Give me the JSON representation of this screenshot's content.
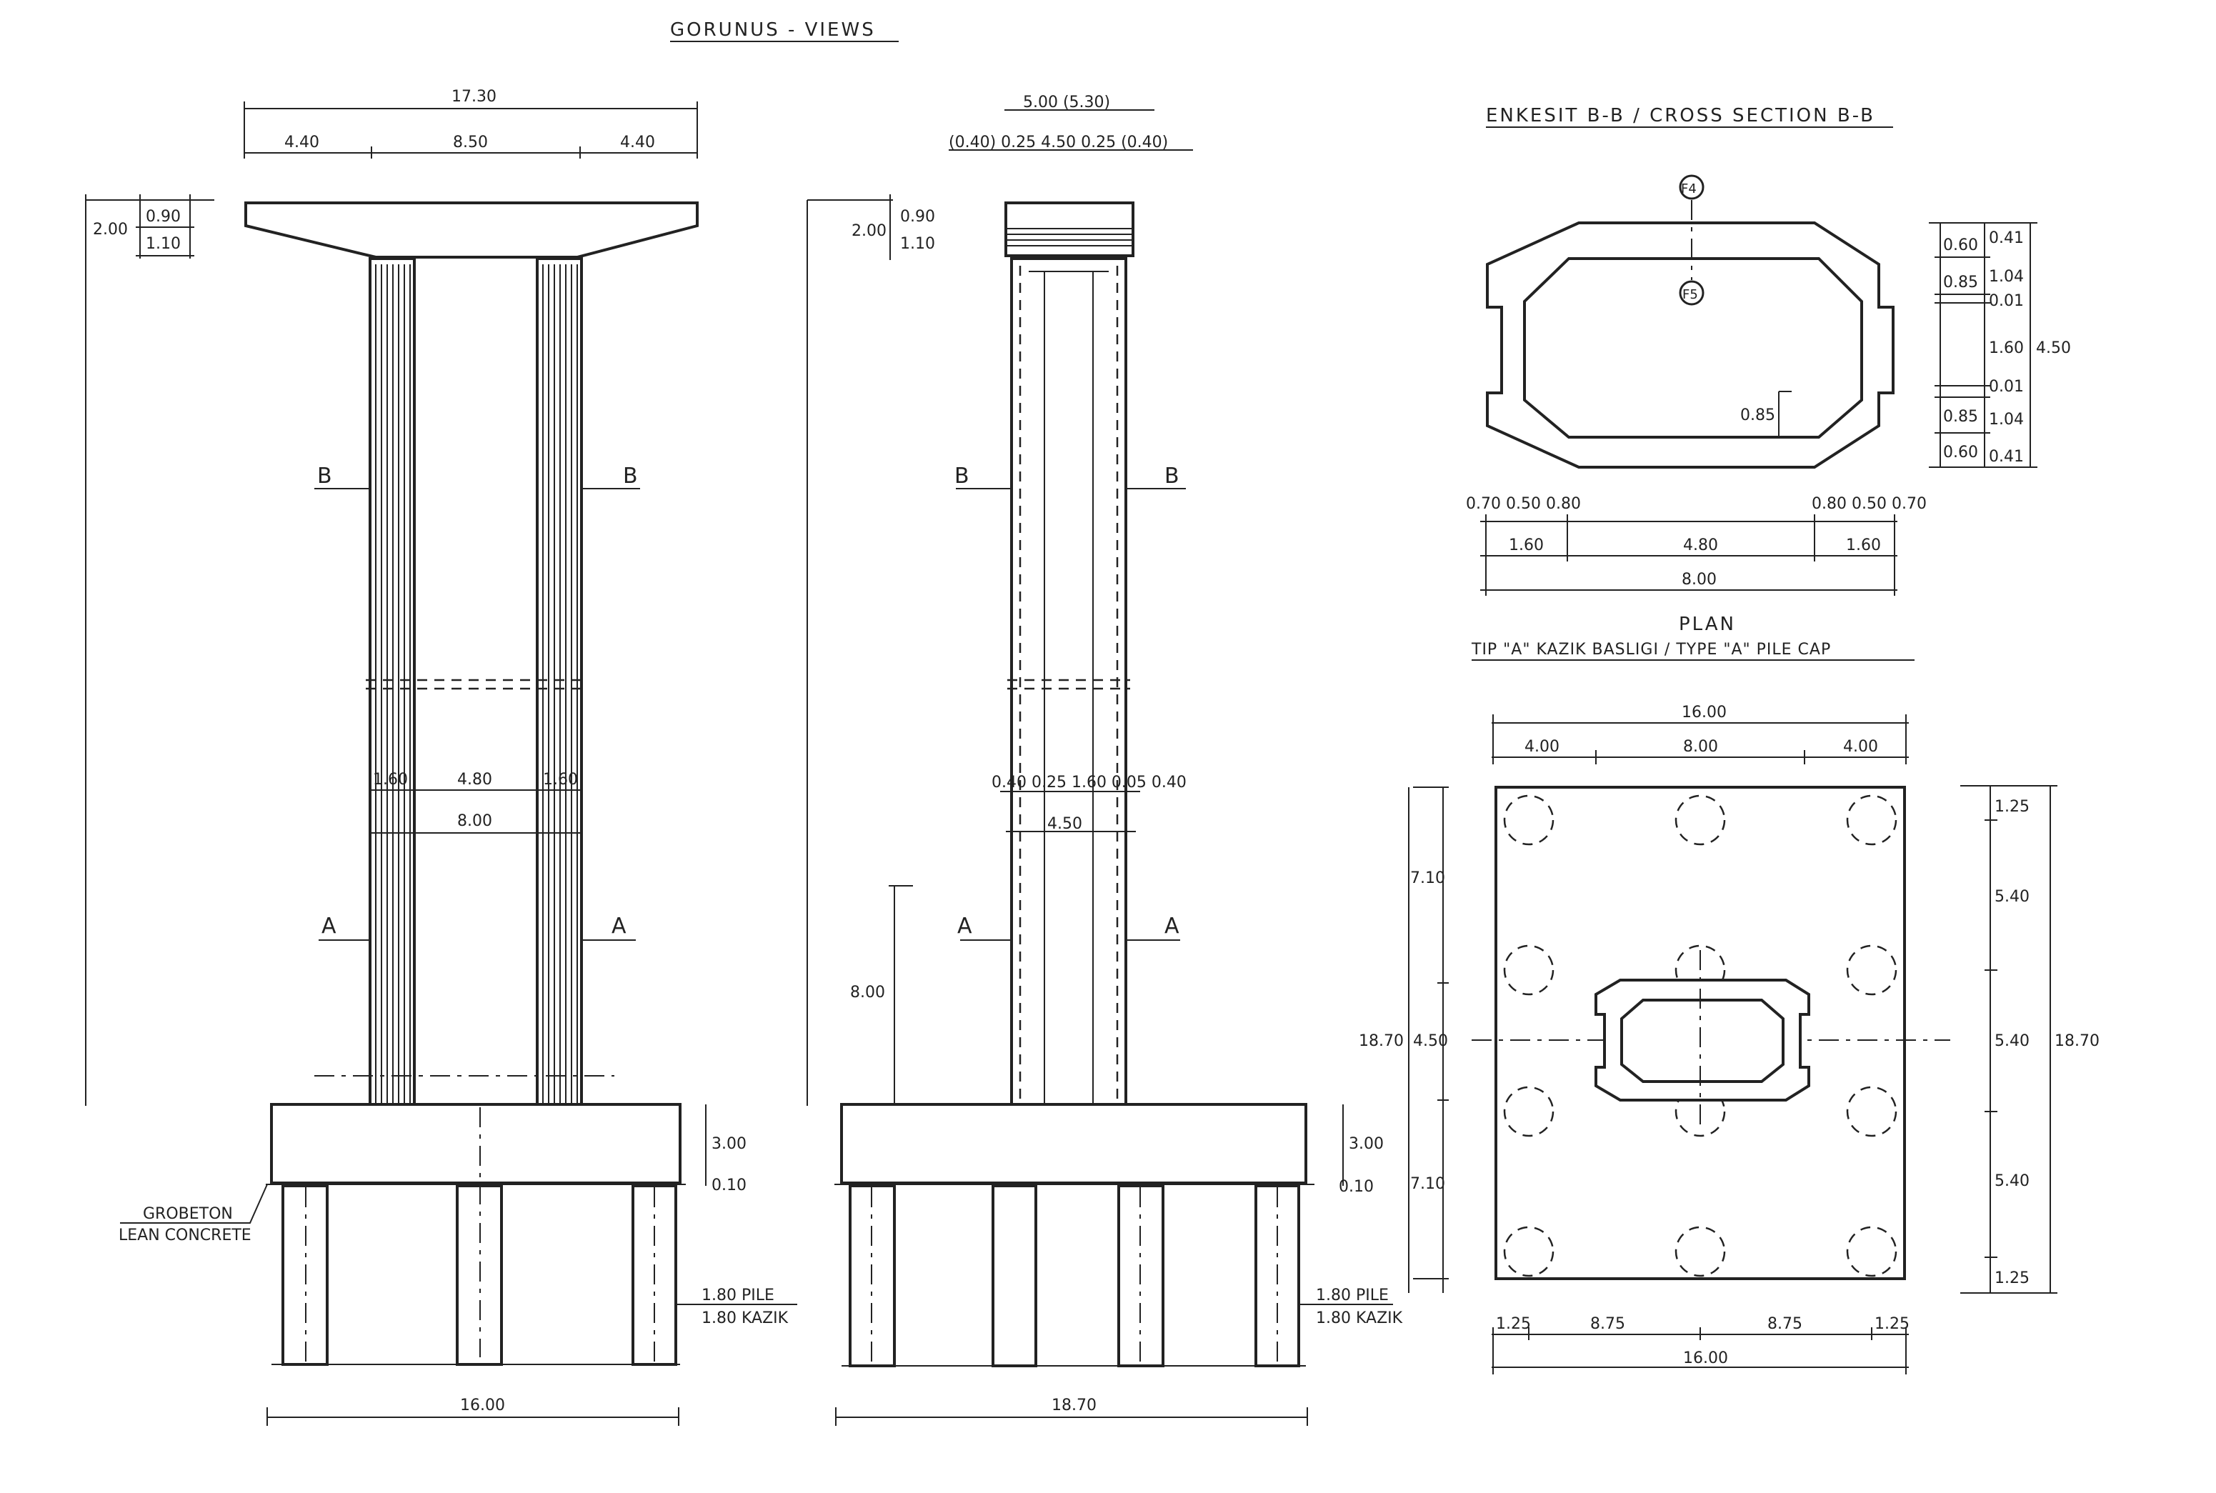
{
  "titles": {
    "views": "GORUNUS - VIEWS",
    "section_bb": "ENKESIT B-B / CROSS SECTION B-B",
    "plan": "PLAN",
    "pile_cap": "TIP \"A\" KAZIK BASLIGI / TYPE \"A\" PILE CAP"
  },
  "front_view": {
    "overall_top": "17.30",
    "top_left": "4.40",
    "top_mid": "8.50",
    "top_right": "4.40",
    "cap_top": "0.90",
    "cap_bottom": "1.10",
    "cap_total": "2.00",
    "col_w1": "1.60",
    "col_mid": "4.80",
    "col_w2": "1.60",
    "col_total": "8.00",
    "section_b_left": "B",
    "section_b_right": "B",
    "section_a_left": "A",
    "section_a_right": "A",
    "footing_h": "3.00",
    "lean_t": "0.10",
    "lean_tr": "GROBETON",
    "lean_en": "LEAN CONCRETE",
    "pile_en": "1.80 PILE",
    "pile_tr": "1.80 KAZIK",
    "footing_w": "16.00"
  },
  "side_view": {
    "top_total": "5.00 (5.30)",
    "top_dims": "(0.40) 0.25    4.50    0.25 (0.40)",
    "cap_top": "0.90",
    "cap_bottom": "1.10",
    "cap_total": "2.00",
    "mid_dims": "0.40 0.25  1.60  0.05 0.40",
    "mid_total": "4.50",
    "height_label": "8.00",
    "section_b_left": "B",
    "section_b_right": "B",
    "section_a_left": "A",
    "section_a_right": "A",
    "footing_h": "3.00",
    "lean_t": "0.10",
    "pile_en": "1.80 PILE",
    "pile_tr": "1.80 KAZIK",
    "footing_w": "18.70"
  },
  "cross_section": {
    "tag_top": "F4",
    "tag_inner": "F5",
    "r1": "0.60",
    "r1b": "0.41",
    "r2": "0.85",
    "r2b": "1.04",
    "r3": "0.01",
    "r4": "1.60",
    "r_total": "4.50",
    "r5": "0.01",
    "r6": "0.85",
    "r6b": "1.04",
    "r7": "0.60",
    "r7b": "0.41",
    "inner_chamfer": "0.85",
    "left_small": "0.70 0.50 0.80",
    "right_small": "0.80 0.50 0.70",
    "w_left": "1.60",
    "w_mid": "4.80",
    "w_right": "1.60",
    "w_total": "8.00"
  },
  "plan": {
    "top_total": "16.00",
    "top_l": "4.00",
    "top_m": "8.00",
    "top_r": "4.00",
    "left_1": "7.10",
    "left_2": "4.50",
    "left_3": "7.10",
    "left_total": "18.70",
    "right_1": "1.25",
    "right_2": "5.40",
    "right_3": "5.40",
    "right_4": "5.40",
    "right_5": "1.25",
    "right_total": "18.70",
    "bot_1": "1.25",
    "bot_2": "8.75",
    "bot_3": "8.75",
    "bot_4": "1.25",
    "bot_total": "16.00"
  }
}
